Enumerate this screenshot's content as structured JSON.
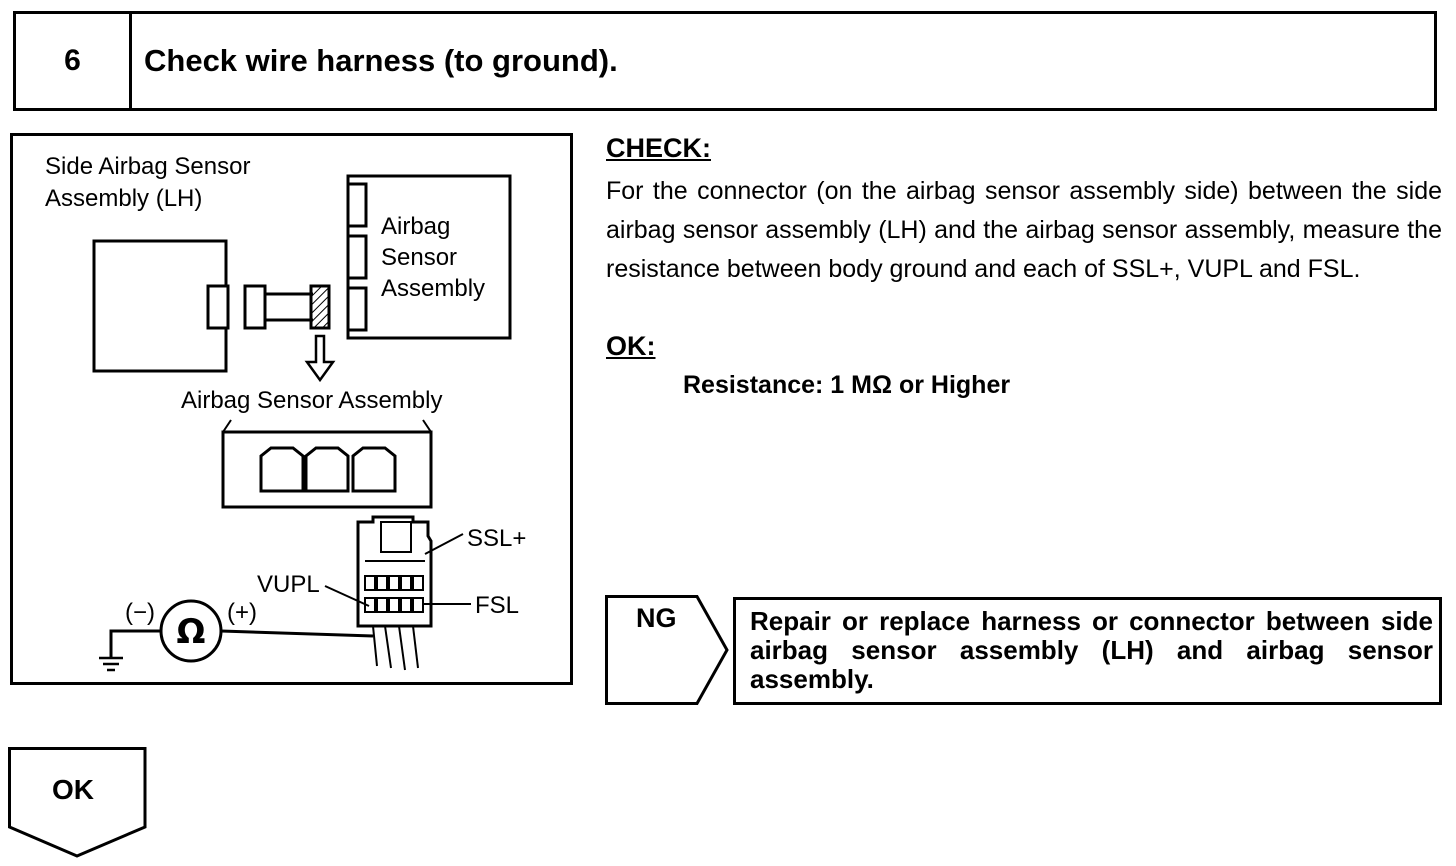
{
  "step": {
    "number": "6",
    "title": "Check wire harness (to ground)."
  },
  "illustration": {
    "side_sensor_label_line1": "Side Airbag Sensor",
    "side_sensor_label_line2": "Assembly (LH)",
    "airbag_sensor_label_line1": "Airbag",
    "airbag_sensor_label_line2": "Sensor",
    "airbag_sensor_label_line3": "Assembly",
    "connector_caption": "Airbag Sensor Assembly",
    "pin_ssl": "SSL+",
    "pin_vupl": "VUPL",
    "pin_fsl": "FSL",
    "meter_negative": "(−)",
    "meter_positive": "(+)",
    "meter_symbol": "Ω"
  },
  "check": {
    "heading": "CHECK:",
    "body": "For the connector (on the airbag sensor assembly side) between the side airbag sensor assembly (LH) and the airbag sensor assembly, measure the resistance between body ground and each of SSL+, VUPL and FSL."
  },
  "ok": {
    "heading": "OK:",
    "spec": "Resistance: 1 MΩ or Higher"
  },
  "ng": {
    "label": "NG",
    "action": "Repair or replace harness or connector between side airbag sensor assembly (LH) and airbag sensor assembly."
  },
  "ok_branch": {
    "label": "OK"
  }
}
